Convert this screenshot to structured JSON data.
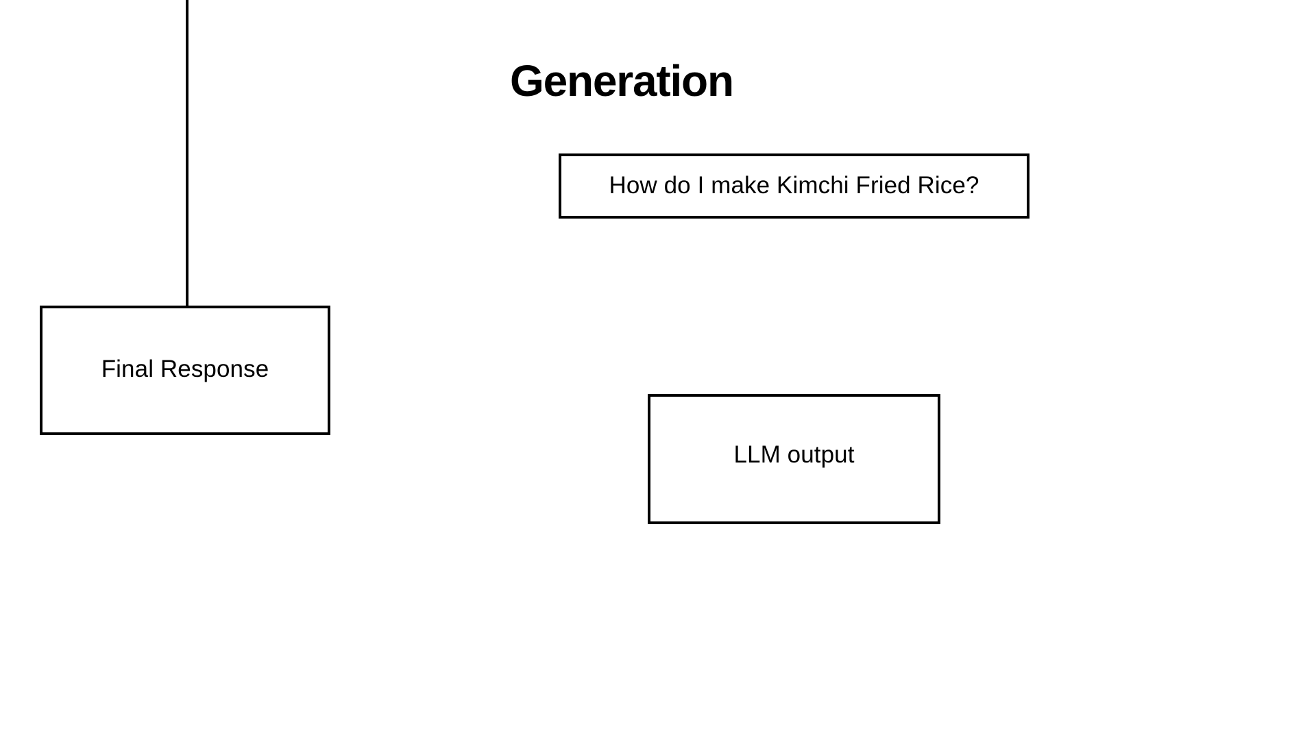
{
  "diagram": {
    "title": "Generation",
    "background_color": "#ffffff",
    "stroke_color": "#000000",
    "nodes": [
      {
        "id": "final-response",
        "label": "Final Response"
      },
      {
        "id": "user-query",
        "label": "How do I make Kimchi Fried Rice?"
      },
      {
        "id": "llm-output",
        "label": "LLM output"
      }
    ],
    "edges": [
      {
        "id": "connector-final-response",
        "from": "above",
        "to": "final-response",
        "orientation": "vertical"
      }
    ]
  }
}
